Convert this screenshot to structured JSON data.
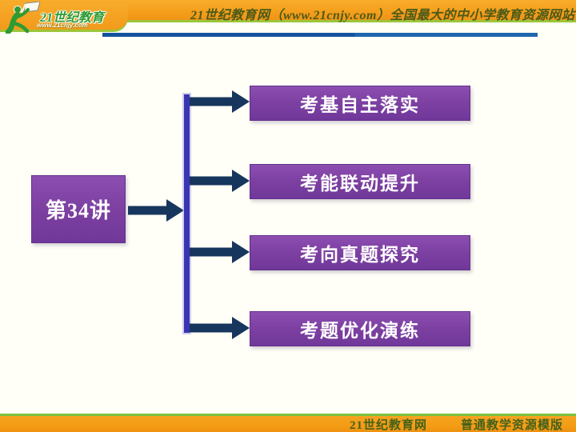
{
  "header": {
    "brand_name": "21世纪教育",
    "brand_url": "www.21cnjy.com",
    "title": "21世纪教育网（www.21cnjy.com）全国最大的中小学教育资源网站",
    "colors": {
      "bar_orange": "#F5A01D",
      "green_edge": "#9BC639",
      "title_text": "#4C5A17",
      "blue_divider": "#14529F",
      "logo_green": "#2E9B33"
    }
  },
  "diagram": {
    "lecture_label": "第34讲",
    "branches": [
      {
        "label": "考基自主落实"
      },
      {
        "label": "考能联动提升"
      },
      {
        "label": "考向真题探究"
      },
      {
        "label": "考题优化演练"
      }
    ],
    "colors": {
      "box_purple": "#7B3FA0",
      "box_text": "#FFFFFF",
      "arrow_navy": "#17365D",
      "connector_indigo": "#3A35B2"
    }
  },
  "footer": {
    "site_name": "21世纪教育网",
    "template_label": "普通教学资源模版",
    "colors": {
      "bar_orange": "#F49D15",
      "green_edge": "#7CC242",
      "text": "#44611A"
    }
  }
}
